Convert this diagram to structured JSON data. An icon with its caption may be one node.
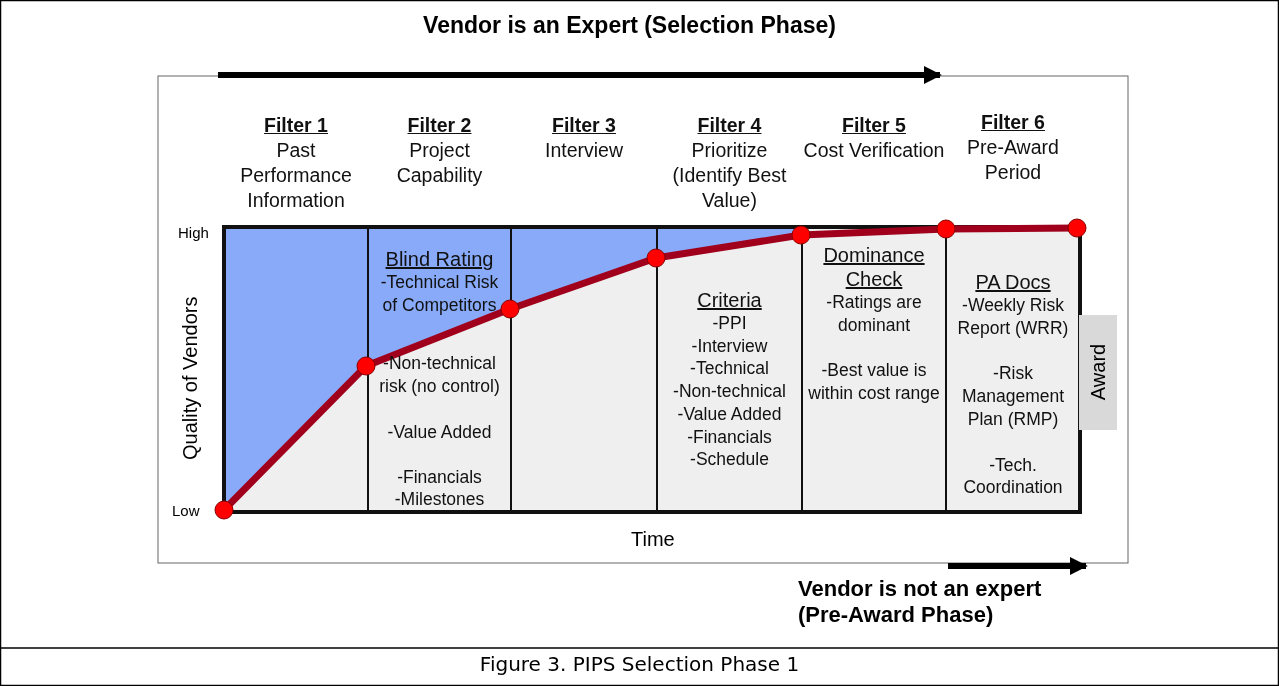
{
  "diagram": {
    "title": "Vendor is an Expert (Selection Phase)",
    "caption": "Figure 3. PIPS Selection Phase 1",
    "nodes": [
      {
        "text": [
          "Filter 1",
          "Past Performance Information"
        ]
      },
      {
        "text": [
          "Filter 2",
          "Project Capability",
          "Blind Rating",
          "-Technical Risk of Competitors",
          "-Non-technical risk (no control)",
          "-Value Added",
          "-Financials",
          "-Milestones"
        ]
      },
      {
        "text": [
          "Filter 3",
          "Interview"
        ]
      },
      {
        "text": [
          "Filter 4",
          "Prioritize (Identify Best Value)",
          "Criteria",
          "-PPI",
          "-Interview",
          "-Technical",
          "-Non-technical",
          "-Value Added",
          "-Financials",
          "-Schedule"
        ]
      },
      {
        "text": [
          "Filter 5",
          "Cost Verification",
          "Dominance Check",
          "-Ratings are dominant",
          "-Best value is within cost range"
        ]
      },
      {
        "text": [
          "Filter 6",
          "Pre-Award Period",
          "PA Docs",
          "-Weekly Risk Report (WRR)",
          "-Risk Management Plan (RMP)",
          "-Tech. Coordination"
        ]
      },
      {
        "text": [
          "Award"
        ]
      }
    ],
    "labels": [
      "High",
      "Quality of Vendors",
      "Low",
      "Time",
      "Vendor is not an expert (Pre-Award Phase)"
    ]
  }
}
